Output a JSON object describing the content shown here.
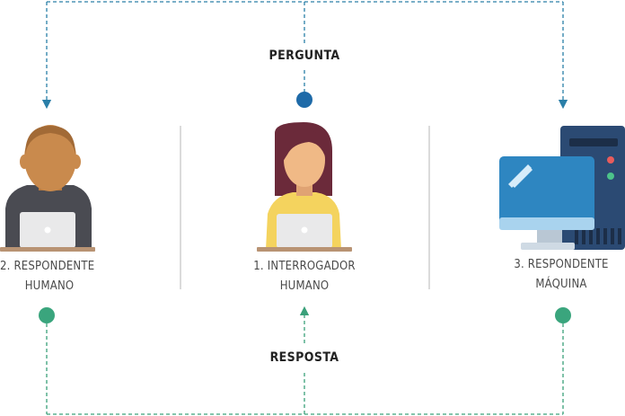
{
  "flows": {
    "question_label": "PERGUNTA",
    "answer_label": "RESPOSTA"
  },
  "participants": [
    {
      "line1": "2. RESPONDENTE",
      "line2": "HUMANO",
      "icon": "human-respondent-icon"
    },
    {
      "line1": "1. INTERROGADOR",
      "line2": "HUMANO",
      "icon": "interrogator-icon"
    },
    {
      "line1": "3. RESPONDENTE",
      "line2": "MÁQUINA",
      "icon": "computer-icon"
    }
  ],
  "colors": {
    "question_line": "#2a7fa8",
    "answer_line": "#3aa07a",
    "question_dot": "#1e6aa8",
    "answer_dot": "#3aa57d",
    "divider": "#cfcfcf"
  }
}
